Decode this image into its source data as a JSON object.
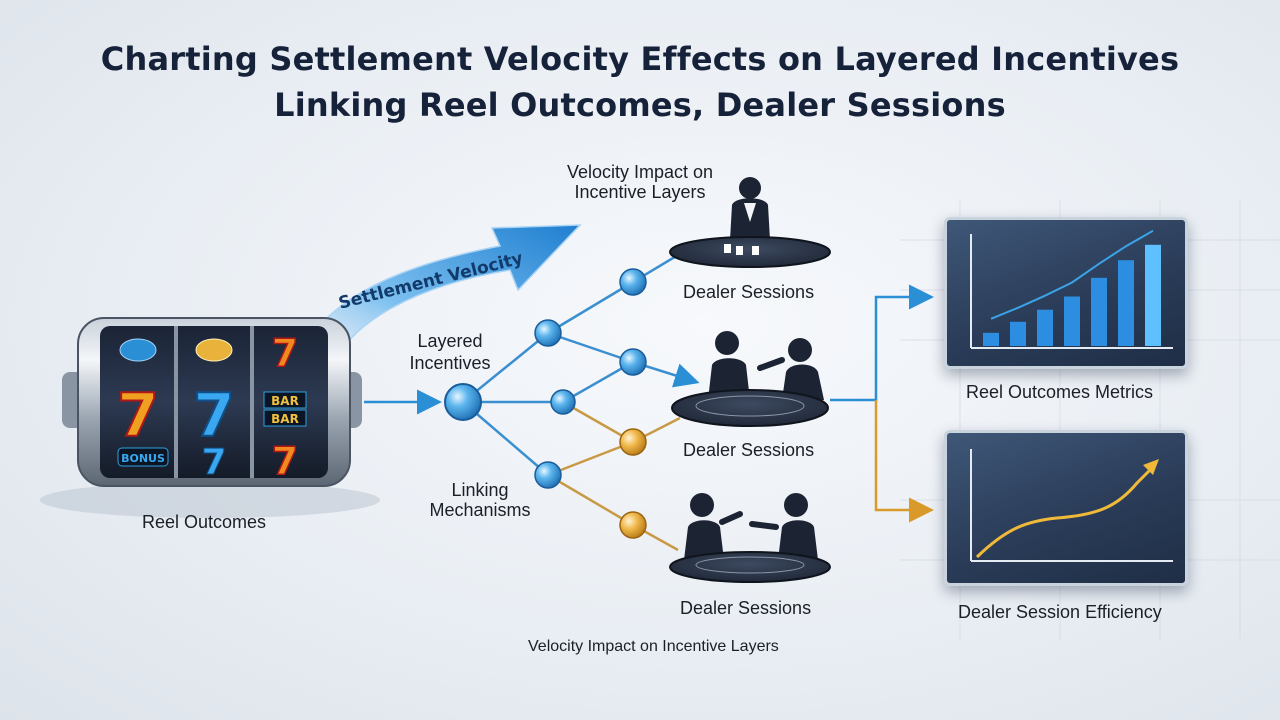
{
  "title": {
    "line1": "Charting Settlement Velocity Effects on Layered Incentives",
    "line2": "Linking Reel Outcomes, Dealer Sessions"
  },
  "labels": {
    "reel_outcomes": "Reel Outcomes",
    "settlement_velocity": "Settlement Velocity",
    "layered_incentives_1": "Layered",
    "layered_incentives_2": "Incentives",
    "linking_mechanisms_1": "Linking",
    "linking_mechanisms_2": "Mechanisms",
    "velocity_impact_top_1": "Velocity Impact on",
    "velocity_impact_top_2": "Incentive Layers",
    "velocity_impact_bottom": "Velocity Impact on Incentive Layers",
    "dealer_sessions_1": "Dealer Sessions",
    "dealer_sessions_2": "Dealer Sessions",
    "dealer_sessions_3": "Dealer Sessions",
    "reel_outcomes_metrics": "Reel Outcomes Metrics",
    "dealer_session_efficiency": "Dealer Session Efficiency"
  },
  "reel_symbols": {
    "bar_1": "BAR",
    "bar_2": "BAR",
    "bonus": "BONUS",
    "seven": "7"
  },
  "colors": {
    "blue_node": "#4aa8e8",
    "gold_node": "#e6a83a",
    "arrow_blue": "#2b8fd6",
    "arrow_gold": "#d99a2b",
    "panel_bg": "#2f4466"
  },
  "metrics_chart": {
    "bar_values": [
      0.12,
      0.22,
      0.33,
      0.45,
      0.62,
      0.78,
      0.92
    ],
    "trend_color": "#3ba3e8"
  },
  "efficiency_chart": {
    "line_color": "#f0b93a"
  }
}
